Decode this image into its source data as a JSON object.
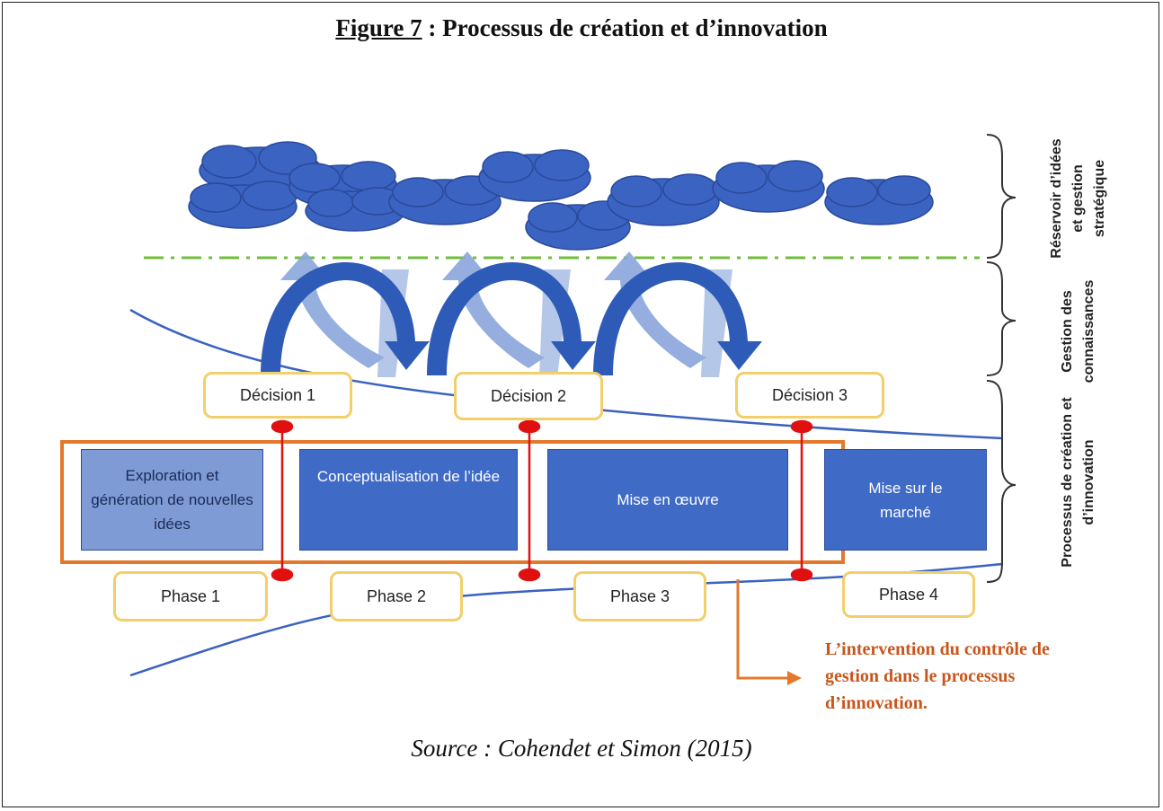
{
  "figure": {
    "label": "Figure 7",
    "title_rest": " : Processus de création et d’innovation",
    "source": "Source : Cohendet et Simon (2015)"
  },
  "decisions": [
    {
      "label": "Décision 1"
    },
    {
      "label": "Décision 2"
    },
    {
      "label": "Décision 3"
    }
  ],
  "phases": [
    {
      "activity": "Exploration et génération de nouvelles idées",
      "label": "Phase 1"
    },
    {
      "activity": "Conceptualisation de l’idée",
      "label": "Phase 2"
    },
    {
      "activity": "Mise en œuvre",
      "label": "Phase 3"
    },
    {
      "activity": "Mise sur le marché",
      "label": "Phase 4"
    }
  ],
  "side_labels": {
    "reservoir": "Réservoir d’idées et gestion stratégique",
    "knowledge": "Gestion des connaissances",
    "process": "Processus de création et d’innovation"
  },
  "annotation": "L’intervention du contrôle de gestion dans le processus d’innovation.",
  "colors": {
    "cloud": "#3b63c2",
    "arrow_dark": "#2f5bb8",
    "arrow_light": "#8aa6dc",
    "dashed_line": "#6fbf3a",
    "orange": "#e4792b",
    "red": "#e01010",
    "box_border": "#f2cf6b"
  }
}
